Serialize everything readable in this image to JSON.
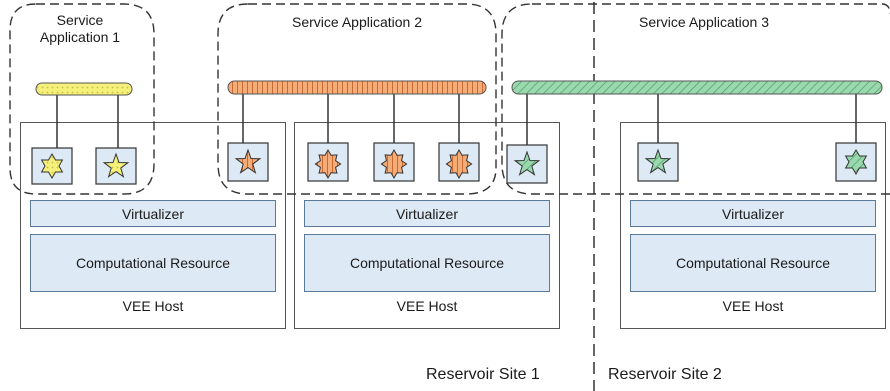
{
  "service_applications": [
    {
      "title": "Service\nApplication 1",
      "color": "#f2ee6a"
    },
    {
      "title": "Service Application 2",
      "color": "#f2a56a"
    },
    {
      "title": "Service Application 3",
      "color": "#8fd2a4"
    }
  ],
  "hosts": [
    {
      "virtualizer": "Virtualizer",
      "resource": "Computational Resource",
      "label": "VEE Host"
    },
    {
      "virtualizer": "Virtualizer",
      "resource": "Computational Resource",
      "label": "VEE Host"
    },
    {
      "virtualizer": "Virtualizer",
      "resource": "Computational Resource",
      "label": "VEE Host"
    }
  ],
  "sites": [
    {
      "label": "Reservoir Site 1"
    },
    {
      "label": "Reservoir Site 2"
    }
  ],
  "colors": {
    "box_fill": "#dde9f4",
    "box_border": "#5a7a98",
    "app1": "#f2ee6a",
    "app2": "#f2a56a",
    "app3": "#8fd2a4"
  }
}
